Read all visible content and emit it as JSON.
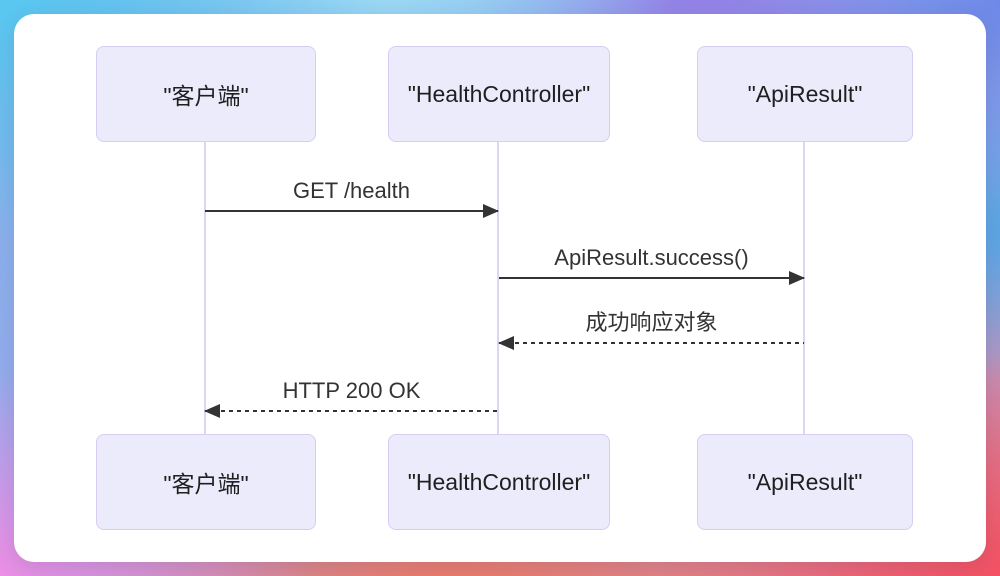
{
  "diagram": {
    "type": "sequence-diagram",
    "actors": [
      {
        "id": "client",
        "label": "\"客户端\""
      },
      {
        "id": "controller",
        "label": "\"HealthController\""
      },
      {
        "id": "apiresult",
        "label": "\"ApiResult\""
      }
    ],
    "messages": [
      {
        "from": "client",
        "to": "controller",
        "label": "GET /health",
        "line": "solid",
        "direction": "right"
      },
      {
        "from": "controller",
        "to": "apiresult",
        "label": "ApiResult.success()",
        "line": "solid",
        "direction": "right"
      },
      {
        "from": "apiresult",
        "to": "controller",
        "label": "成功响应对象",
        "line": "dashed",
        "direction": "left"
      },
      {
        "from": "controller",
        "to": "client",
        "label": "HTTP 200 OK",
        "line": "dashed",
        "direction": "left"
      }
    ],
    "colors": {
      "actor_fill": "#ecebfb",
      "actor_border": "#d7cdf3",
      "lifeline": "#dcd5f6",
      "message_line": "#333333",
      "message_text": "#333333",
      "card_background": "#ffffff",
      "gradient_corners": {
        "top_left": "#58c8f0",
        "top_mid_purple": "#9678e6",
        "top_right": "#6c86e8",
        "bottom_left": "#ef8ee6",
        "bottom_mid": "#f3785e",
        "bottom_right": "#f44e60"
      }
    }
  }
}
